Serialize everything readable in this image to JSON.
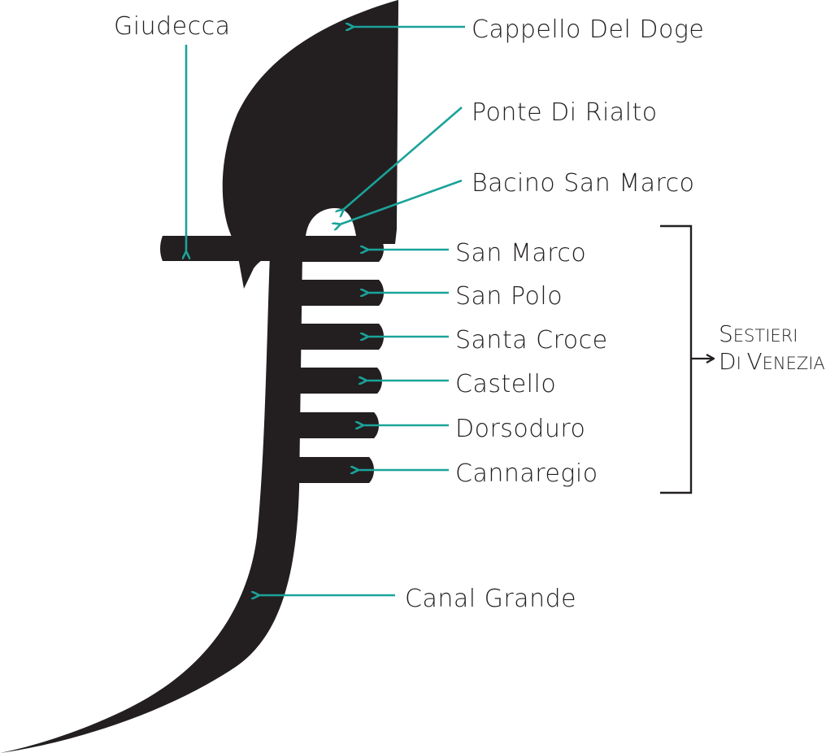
{
  "colors": {
    "shape": "#231f20",
    "arrow": "#1aa39a",
    "text": "#231f20",
    "background": "#ffffff"
  },
  "labels": {
    "giudecca": "Giudecca",
    "cappello": "Cappello Del Doge",
    "rialto": "Ponte Di Rialto",
    "bacino": "Bacino San Marco",
    "canal_grande": "Canal Grande"
  },
  "sestieri": {
    "items": [
      "San Marco",
      "San Polo",
      "Santa Croce",
      "Castello",
      "Dorsoduro",
      "Cannaregio"
    ],
    "group_line1_first": "S",
    "group_line1_rest": "ESTIERI",
    "group_line2_first_a": "D",
    "group_line2_rest_a": "I",
    "group_line2_first_b": "V",
    "group_line2_rest_b": "ENEZIA"
  }
}
